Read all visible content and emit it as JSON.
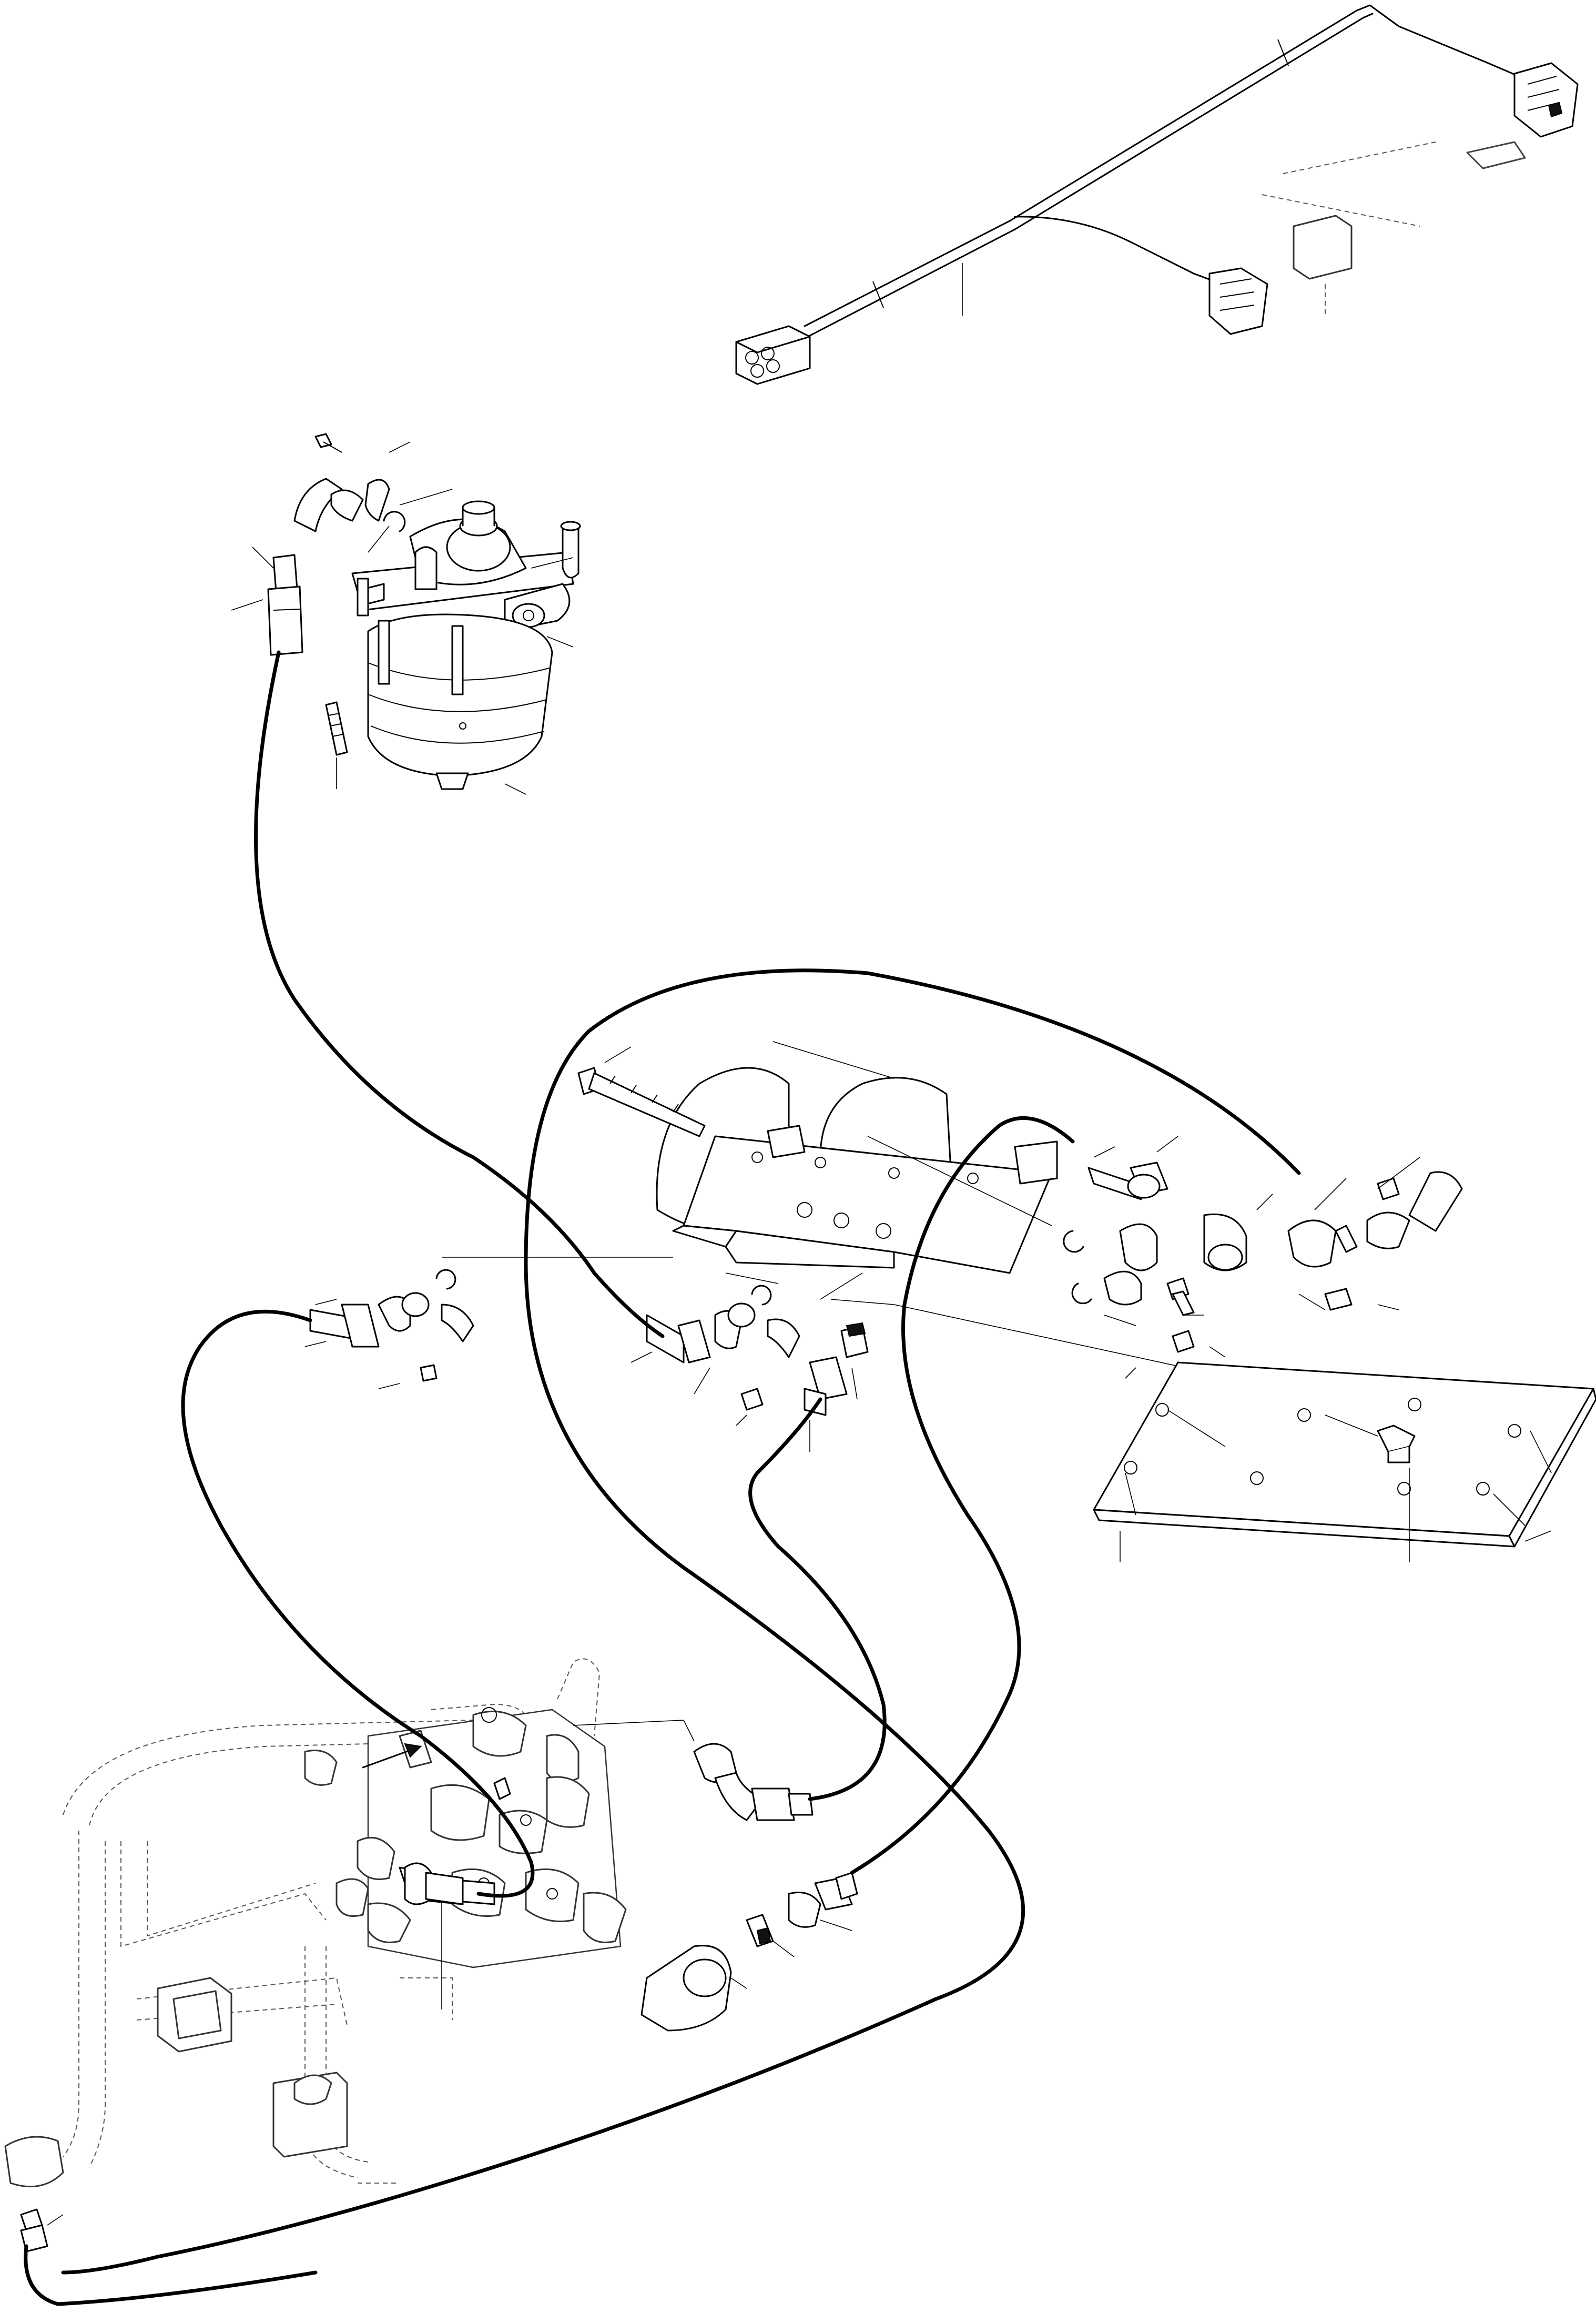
{
  "diagram": {
    "kind": "hydraulic-parts-exploded-view",
    "components": [
      {
        "id": "wiring-harness",
        "icon": "wiring-harness-icon"
      },
      {
        "id": "connector-4pin",
        "icon": "connector-icon"
      },
      {
        "id": "connector-right",
        "icon": "connector-icon"
      },
      {
        "id": "connector-middle",
        "icon": "connector-icon"
      },
      {
        "id": "pressure-switch",
        "icon": "switch-icon"
      },
      {
        "id": "brake-valve",
        "icon": "valve-icon"
      },
      {
        "id": "accumulator",
        "icon": "accumulator-icon"
      },
      {
        "id": "dual-accumulator-block",
        "icon": "accumulator-block-icon"
      },
      {
        "id": "mounting-bracket",
        "icon": "bracket-icon"
      },
      {
        "id": "control-valve-assembly",
        "icon": "control-valve-icon"
      },
      {
        "id": "pump",
        "icon": "pump-icon"
      },
      {
        "id": "flange-clamps",
        "icon": "clamp-icon"
      },
      {
        "id": "o-rings",
        "icon": "o-ring-icon"
      },
      {
        "id": "hoses",
        "icon": "hose-icon"
      }
    ],
    "colors": {
      "line": "#000000",
      "background": "#ffffff",
      "ghost": "#555555"
    }
  }
}
